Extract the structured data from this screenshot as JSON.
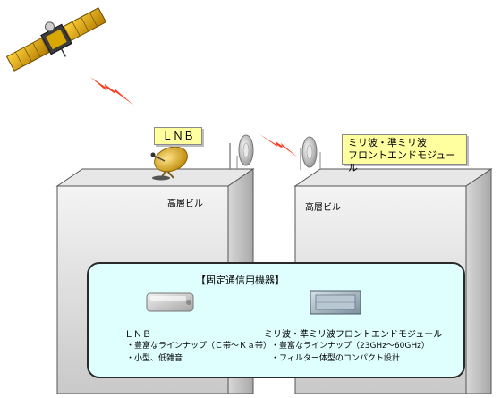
{
  "lnb_label": "ＬＮＢ",
  "frontend_label": {
    "line1": "ミリ波・準ミリ波",
    "line2": "フロントエンドモジュール"
  },
  "buildings": [
    {
      "label": "高層ビル"
    },
    {
      "label": "高層ビル"
    }
  ],
  "equipment_panel": {
    "title": "【固定通信用機器】",
    "items": [
      {
        "name": "ＬＮＢ",
        "bullets": [
          "・豊富なラインナップ（Ｃ帯〜Ｋａ帯）",
          "・小型、低雑音"
        ]
      },
      {
        "name": "ミリ波・準ミリ波フロントエンドモジュール",
        "bullets": [
          "・豊富なラインナップ（23GHz〜60GHz）",
          "・フィルター体型のコンパクト設計"
        ]
      }
    ]
  },
  "colors": {
    "label_fill": "#ffffa0",
    "panel_fill": "#dffefe",
    "lightning": "#ff3b1f",
    "dish_gold": "#c8960a"
  }
}
